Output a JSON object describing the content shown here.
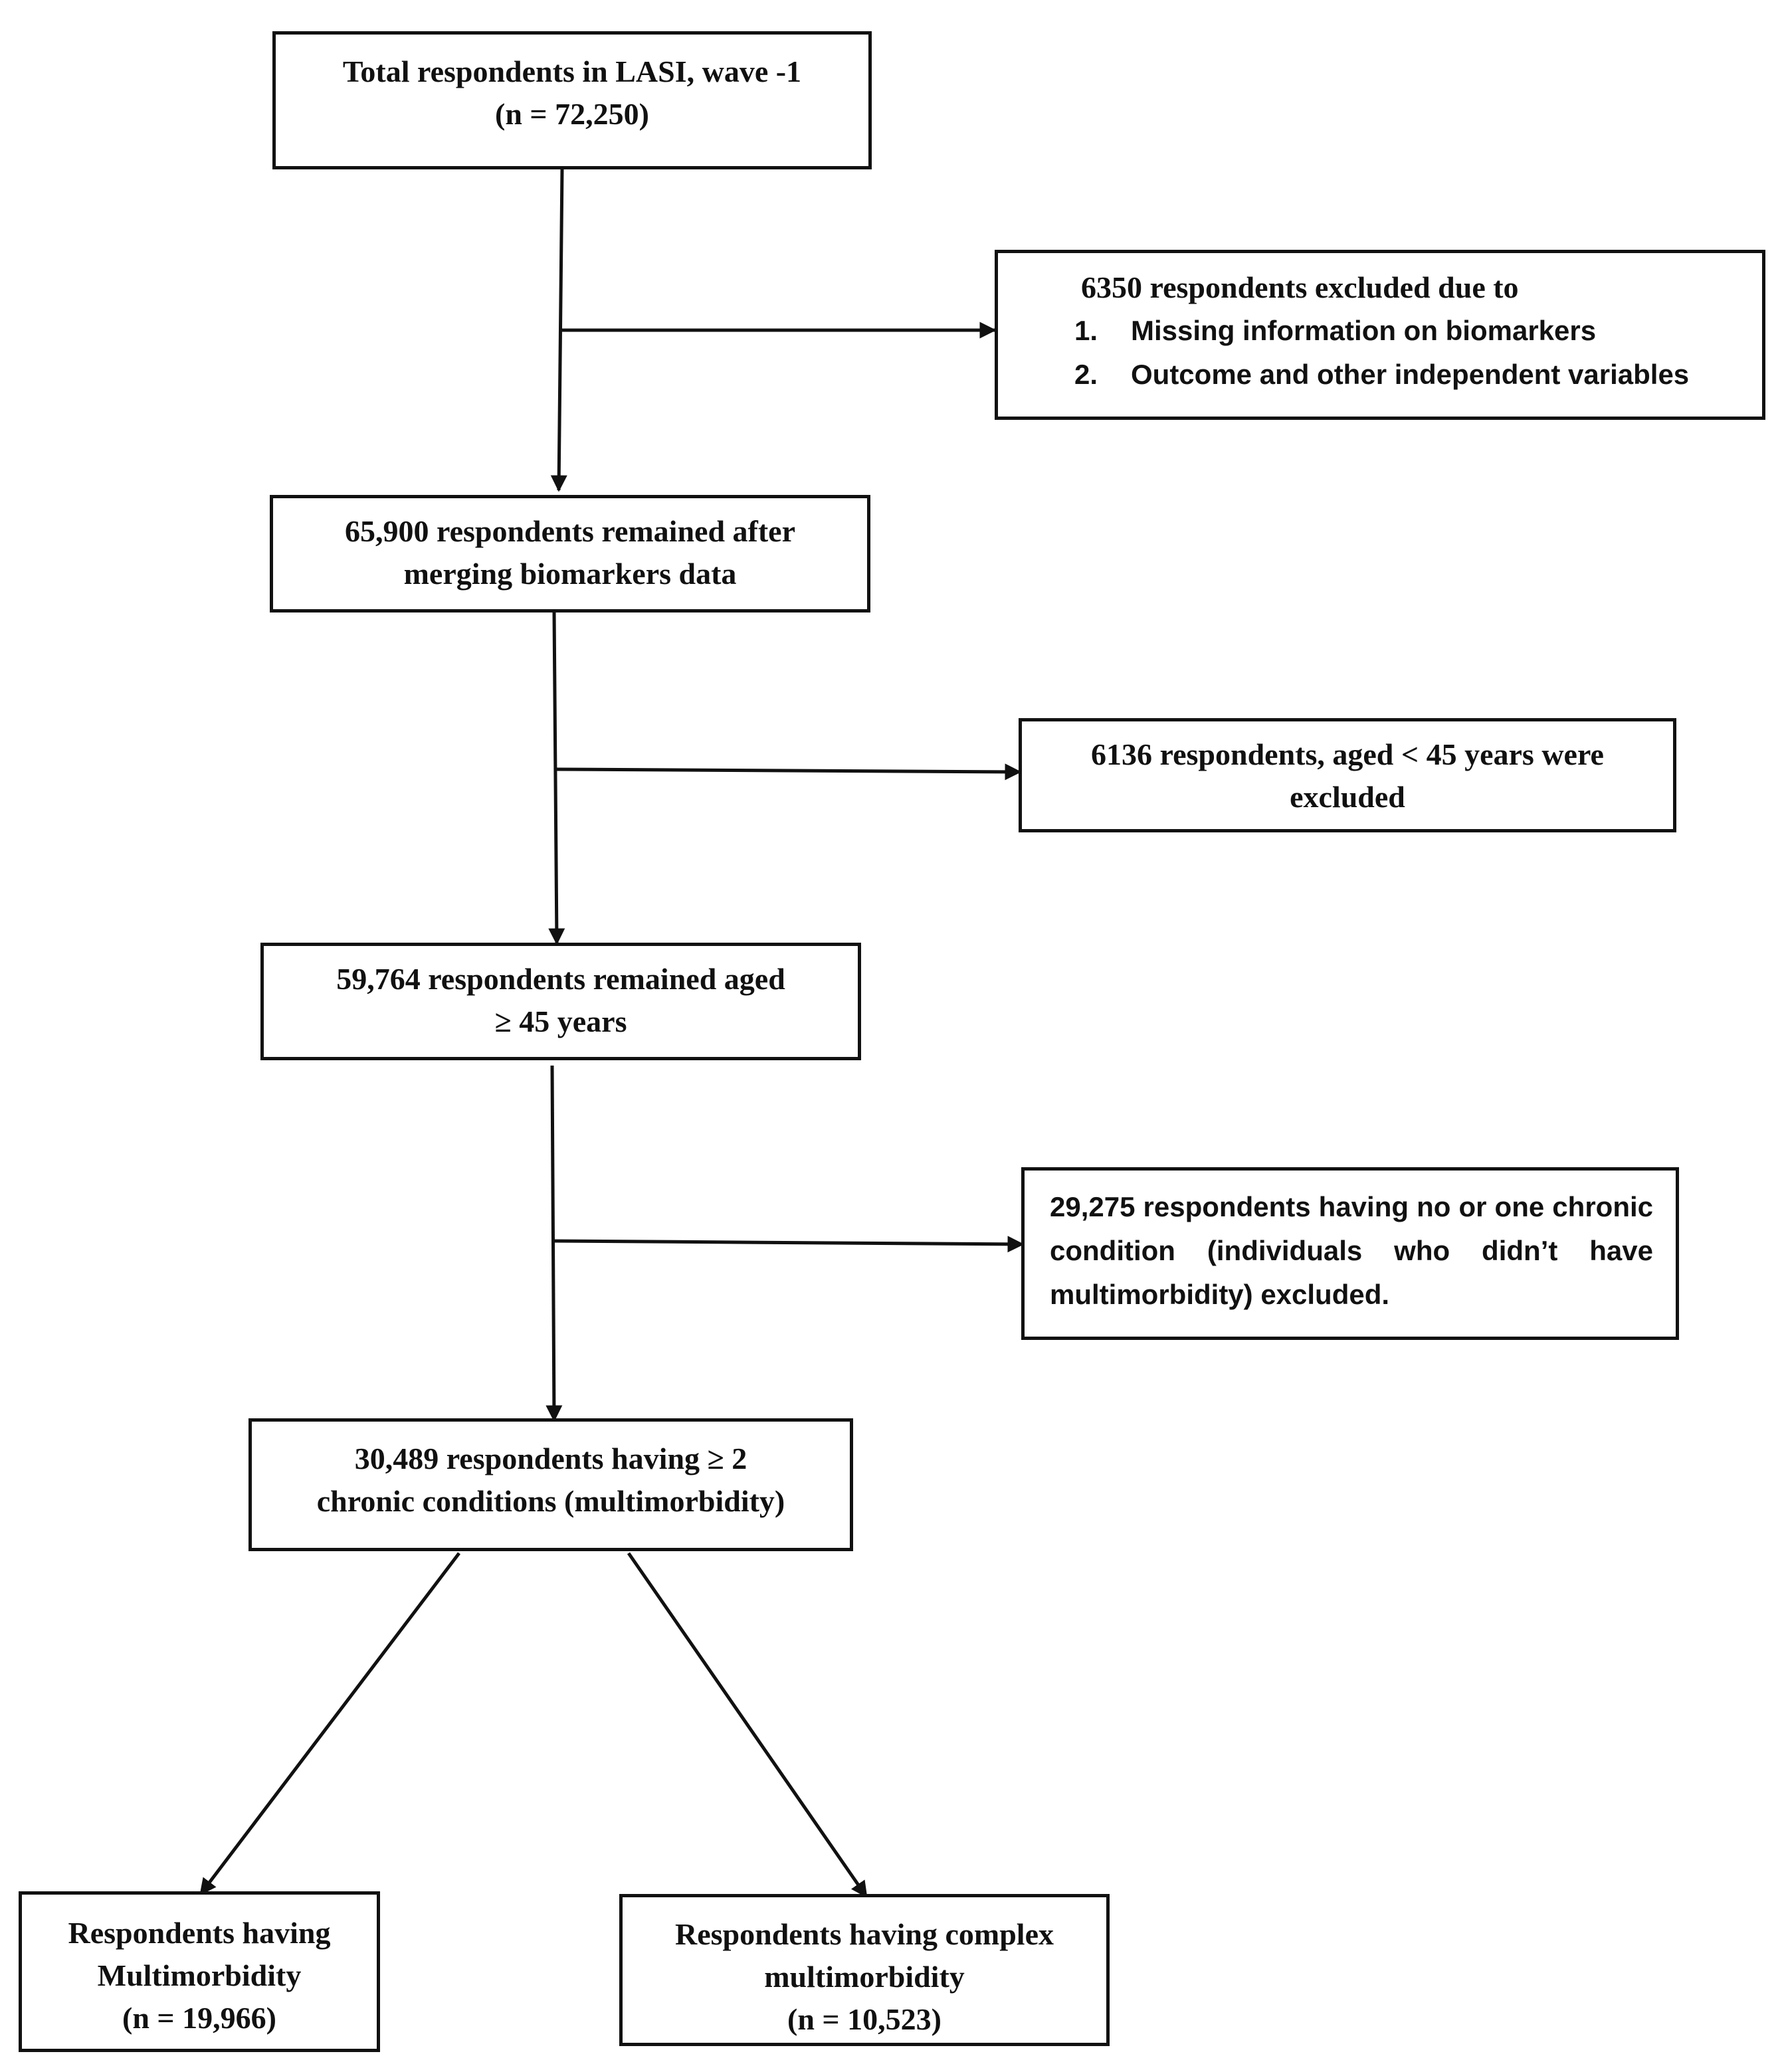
{
  "steps": {
    "total": {
      "line1": "Total respondents in LASI, wave -1",
      "line2": "(n = 72,250)"
    },
    "after_merge": {
      "line1": "65,900 respondents remained after",
      "line2": "merging biomarkers data"
    },
    "aged45": {
      "line1": "59,764 respondents remained aged",
      "line2": "≥ 45 years"
    },
    "multimorbidity_all": {
      "line1": "30,489 respondents having ≥ 2",
      "line2": "chronic conditions (multimorbidity)"
    }
  },
  "exclusions": {
    "biomarkers": {
      "heading": "6350 respondents excluded due to",
      "items": [
        {
          "num": "1.",
          "text": "Missing information on biomarkers"
        },
        {
          "num": "2.",
          "text": "Outcome and other independent variables"
        }
      ]
    },
    "age": {
      "line1": "6136 respondents, aged < 45 years were",
      "line2": "excluded"
    },
    "no_multimorbidity": {
      "text": "29,275 respondents having no or one chronic condition (individuals who didn’t have multimorbidity) excluded."
    }
  },
  "outcomes": {
    "multimorbidity": {
      "line1": "Respondents having",
      "line2": "Multimorbidity",
      "line3": "(n = 19,966)"
    },
    "complex": {
      "line1": "Respondents having complex",
      "line2": "multimorbidity",
      "line3": "(n = 10,523)"
    }
  }
}
